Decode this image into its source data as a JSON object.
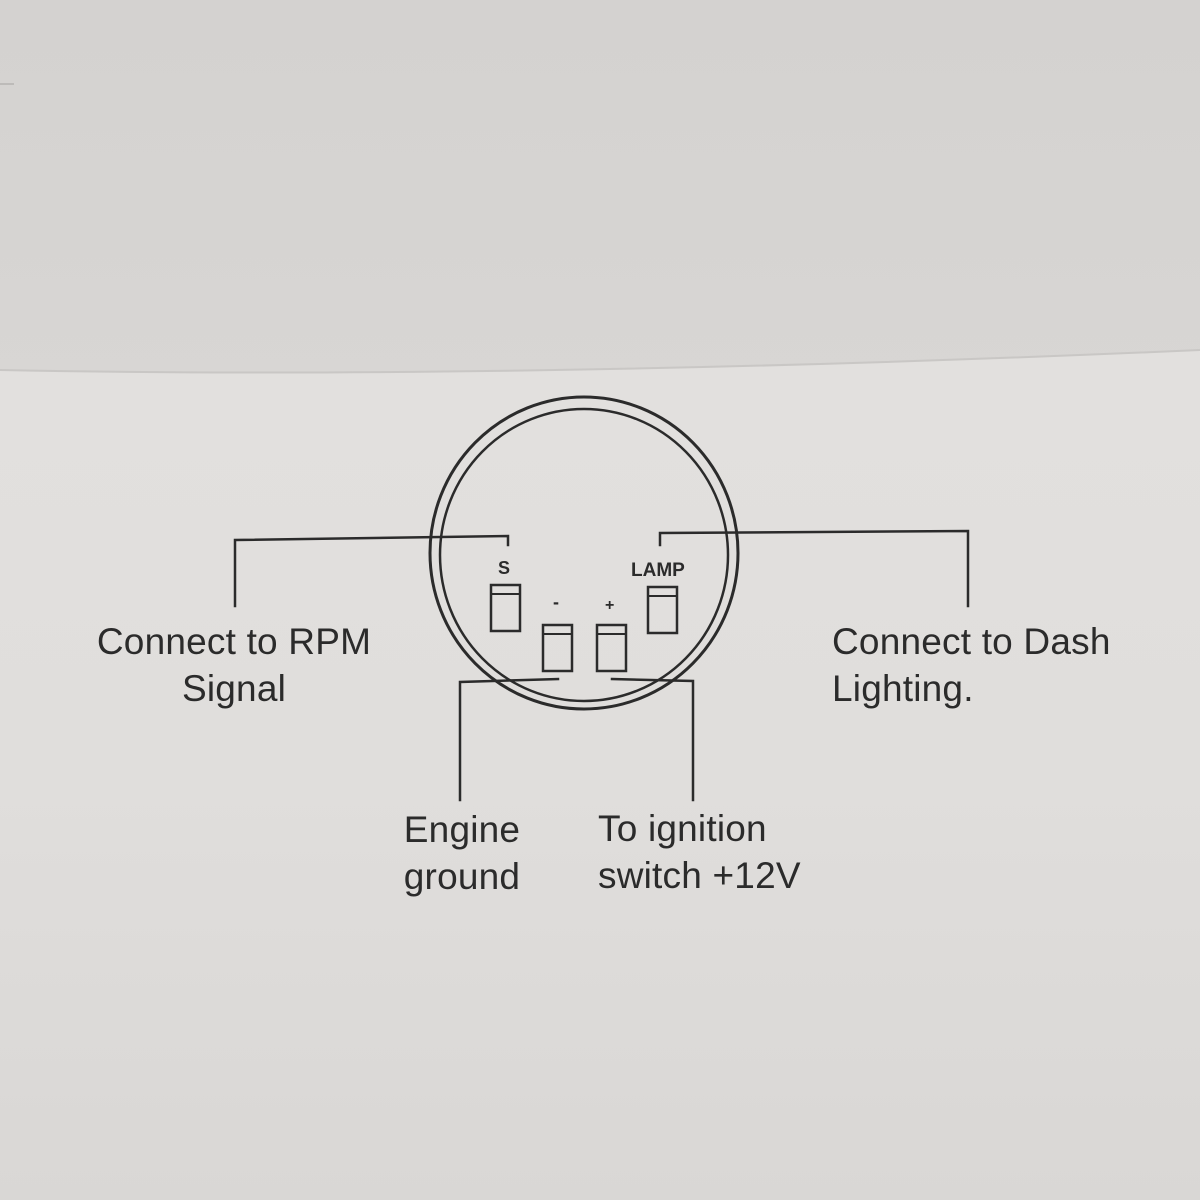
{
  "colors": {
    "paper": "#dcdad8",
    "ink": "#2b2b2b"
  },
  "pins": {
    "s": "S",
    "minus": "-",
    "plus": "+",
    "lamp": "LAMP"
  },
  "labels": {
    "rpm": [
      "Connect to RPM",
      "Signal"
    ],
    "dash": [
      "Connect to Dash",
      "Lighting."
    ],
    "ground": [
      "Engine",
      "ground"
    ],
    "ignition": [
      "To ignition",
      "switch +12V"
    ]
  }
}
